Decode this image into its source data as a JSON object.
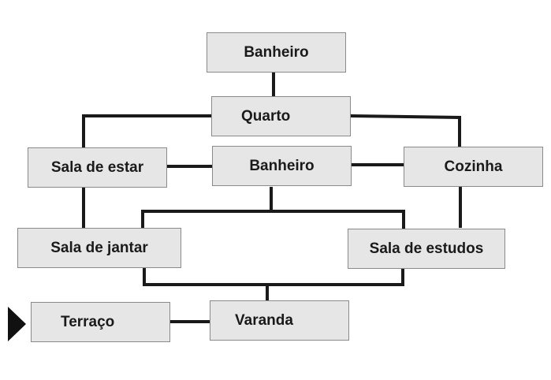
{
  "rooms": {
    "banheiro_top": "Banheiro",
    "quarto": "Quarto",
    "sala_estar": "Sala de estar",
    "banheiro_mid": "Banheiro",
    "cozinha": "Cozinha",
    "sala_jantar": "Sala de jantar",
    "sala_estudos": "Sala de estudos",
    "terraco": "Terraço",
    "varanda": "Varanda"
  },
  "colors": {
    "box_fill": "#e6e6e6",
    "box_border": "#8a8a8a",
    "connector": "#1a1a1a",
    "entry_arrow": "#111111"
  },
  "icons": {
    "entry": "entry-arrow-icon"
  }
}
